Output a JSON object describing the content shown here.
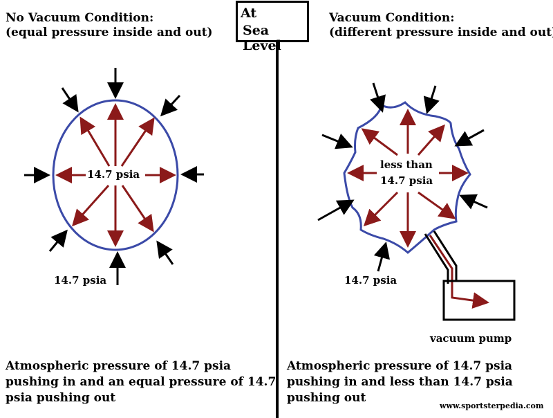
{
  "center_box": {
    "line1": "At",
    "line2": "Sea Level"
  },
  "left": {
    "title": "No Vacuum Condition:",
    "subtitle": "(equal pressure inside and out)",
    "inside_label": "14.7 psia",
    "outside_label": "14.7 psia",
    "caption_lines": [
      "Atmospheric pressure of 14.7 psia",
      "pushing in and an equal pressure of 14.7",
      "psia pushing out"
    ]
  },
  "right": {
    "title": "Vacuum Condition:",
    "subtitle": "(different pressure inside and out)",
    "inside_label_line1": "less than",
    "inside_label_line2": "14.7 psia",
    "outside_label": "14.7 psia",
    "pump_label": "vacuum pump",
    "caption_lines": [
      "Atmospheric pressure of 14.7 psia",
      "pushing in and less than 14.7 psia",
      "pushing out"
    ]
  },
  "watermark": "www.sportsterpedia.com",
  "colors": {
    "outline": "#3b4aa8",
    "inner_arrow": "#8b1a1a",
    "outer_arrow": "#000000"
  }
}
